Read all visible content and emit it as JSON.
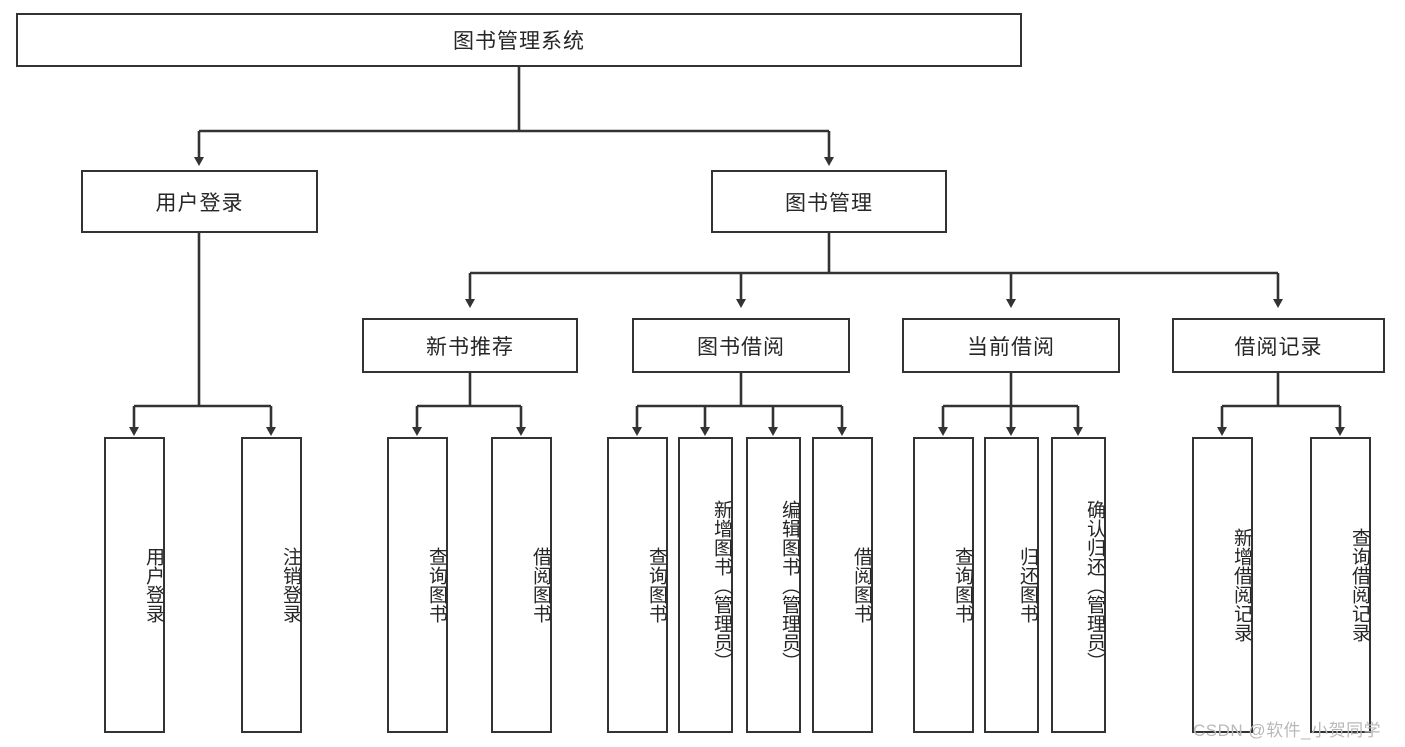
{
  "diagram": {
    "title": "图书管理系统",
    "type": "hierarchy-tree",
    "watermark": "CSDN @软件_小贺同学",
    "colors": {
      "stroke": "#333333",
      "fill": "#ffffff",
      "text": "#262626",
      "watermark": "#b9b9b9"
    },
    "levels": {
      "root": {
        "label": "图书管理系统"
      },
      "level2": [
        {
          "id": "user-login",
          "label": "用户登录"
        },
        {
          "id": "book-manage",
          "label": "图书管理"
        }
      ],
      "level3": [
        {
          "id": "new-book-rec",
          "label": "新书推荐"
        },
        {
          "id": "book-borrow",
          "label": "图书借阅"
        },
        {
          "id": "current-borrow",
          "label": "当前借阅"
        },
        {
          "id": "borrow-record",
          "label": "借阅记录"
        }
      ],
      "leaves": {
        "user_login": [
          {
            "id": "leaf-user-login",
            "label": "用户登录"
          },
          {
            "id": "leaf-logout",
            "label": "注销登录"
          }
        ],
        "new_book_rec": [
          {
            "id": "leaf-query-book-1",
            "label": "查询图书"
          },
          {
            "id": "leaf-borrow-book-1",
            "label": "借阅图书"
          }
        ],
        "book_borrow": [
          {
            "id": "leaf-query-book-2",
            "label": "查询图书"
          },
          {
            "id": "leaf-add-book",
            "label": "新增图书（管理员）"
          },
          {
            "id": "leaf-edit-book",
            "label": "编辑图书（管理员）"
          },
          {
            "id": "leaf-borrow-book-2",
            "label": "借阅图书"
          }
        ],
        "current_borrow": [
          {
            "id": "leaf-query-book-3",
            "label": "查询图书"
          },
          {
            "id": "leaf-return-book",
            "label": "归还图书"
          },
          {
            "id": "leaf-confirm-return",
            "label": "确认归还（管理员）"
          }
        ],
        "borrow_record": [
          {
            "id": "leaf-add-record",
            "label": "新增借阅记录"
          },
          {
            "id": "leaf-query-record",
            "label": "查询借阅记录"
          }
        ]
      }
    }
  }
}
